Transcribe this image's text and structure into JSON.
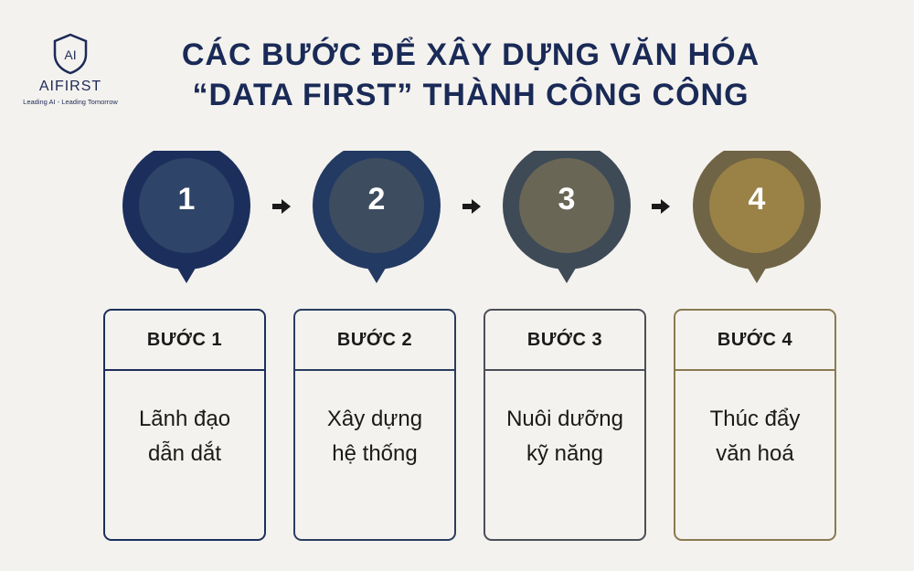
{
  "logo": {
    "name": "AIFIRST",
    "mark": "AI",
    "tagline": "Leading AI - Leading Tomorrow"
  },
  "title": {
    "line1": "CÁC BƯỚC ĐỂ XÂY DỰNG VĂN HÓA",
    "line2": "“DATA FIRST” THÀNH CÔNG CÔNG"
  },
  "steps": [
    {
      "number": "1",
      "label": "BƯỚC 1",
      "line1": "Lãnh đạo",
      "line2": "dẫn dắt",
      "outer_color": "#1c2f5c",
      "inner_color": "#2e4468",
      "border_color": "#1c2f5c"
    },
    {
      "number": "2",
      "label": "BƯỚC 2",
      "line1": "Xây dựng",
      "line2": "hệ thống",
      "outer_color": "#233a63",
      "inner_color": "#3d4c5f",
      "border_color": "#2a3d5f"
    },
    {
      "number": "3",
      "label": "BƯỚC 3",
      "line1": "Nuôi dưỡng",
      "line2": "kỹ năng",
      "outer_color": "#3e4a56",
      "inner_color": "#6a6656",
      "border_color": "#4a4f57"
    },
    {
      "number": "4",
      "label": "BƯỚC 4",
      "line1": "Thúc đẩy",
      "line2": "văn hoá",
      "outer_color": "#6f6445",
      "inner_color": "#9a8247",
      "border_color": "#8a7a52"
    }
  ],
  "arrow_color": "#1a1a1a"
}
